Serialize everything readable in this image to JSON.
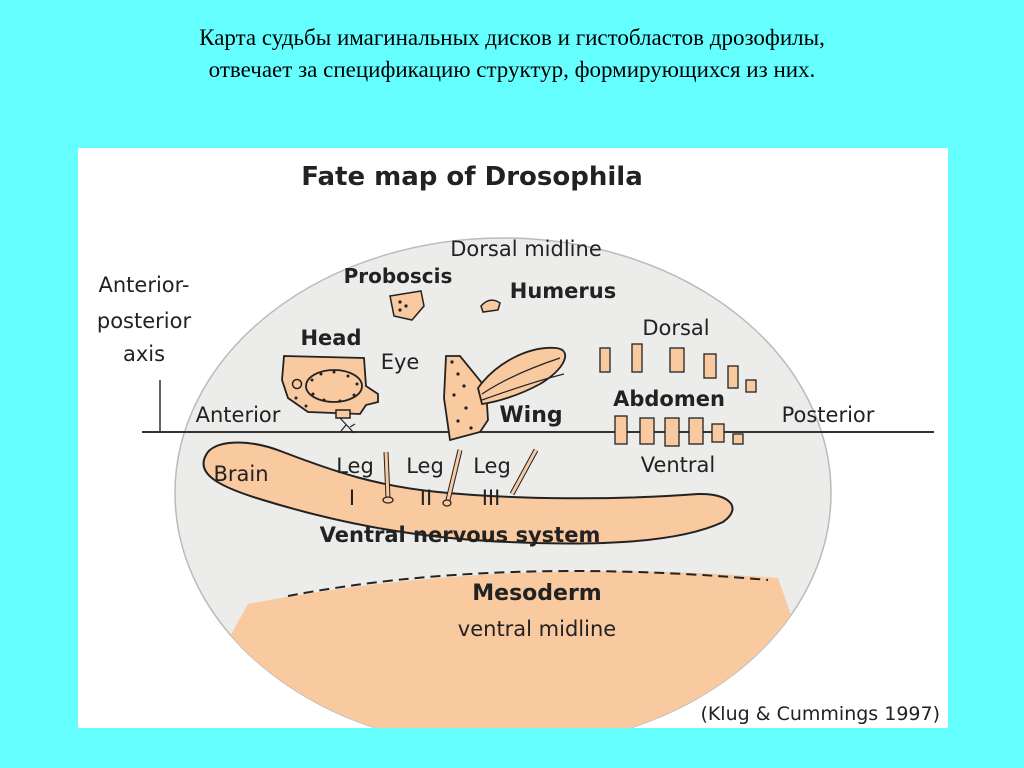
{
  "slide": {
    "title_line1": "Карта судьбы имагинальных дисков и гистобластов  дрозофилы,",
    "title_line2": "отвечает за спецификацию структур, формирующихся из них."
  },
  "figure": {
    "title": "Fate map of Drosophila",
    "citation": "(Klug & Cummings 1997)",
    "labels": {
      "dorsal_midline": "Dorsal midline",
      "proboscis": "Proboscis",
      "humerus": "Humerus",
      "axis_line1": "Anterior-",
      "axis_line2": "posterior",
      "axis_line3": "axis",
      "head": "Head",
      "eye": "Eye",
      "dorsal": "Dorsal",
      "abdomen": "Abdomen",
      "anterior": "Anterior",
      "wing": "Wing",
      "posterior": "Posterior",
      "brain": "Brain",
      "leg": "Leg",
      "leg_i": "I",
      "leg_ii": "II",
      "leg_iii": "III",
      "ventral": "Ventral",
      "ventral_nervous_system": "Ventral nervous system",
      "mesoderm": "Mesoderm",
      "ventral_midline": "ventral midline"
    },
    "colors": {
      "tissue_fill": "#f9c9a0",
      "embryo_fill": "#ececea",
      "outline": "#222222"
    }
  }
}
